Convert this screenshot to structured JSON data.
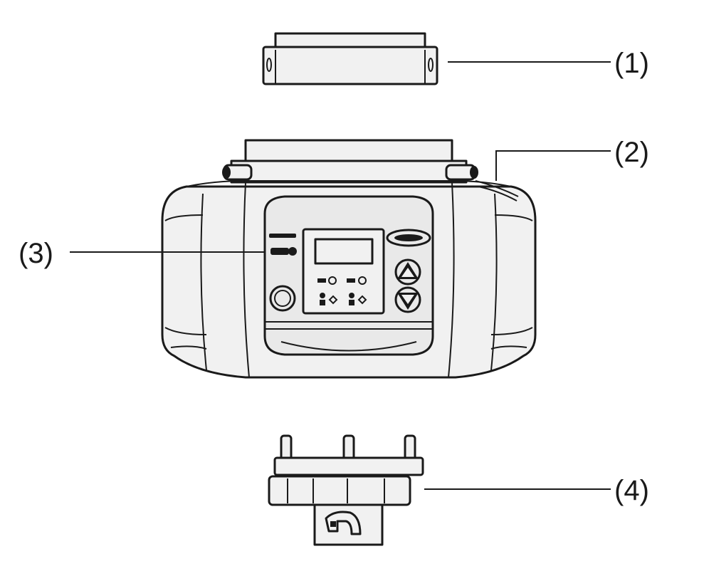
{
  "diagram": {
    "callouts": [
      {
        "id": "1",
        "label": "(1)"
      },
      {
        "id": "2",
        "label": "(2)"
      },
      {
        "id": "3",
        "label": "(3)"
      },
      {
        "id": "4",
        "label": "(4)"
      }
    ],
    "colors": {
      "ink": "#1a1a1a",
      "fill": "#f1f1f1",
      "background": "#ffffff"
    }
  }
}
